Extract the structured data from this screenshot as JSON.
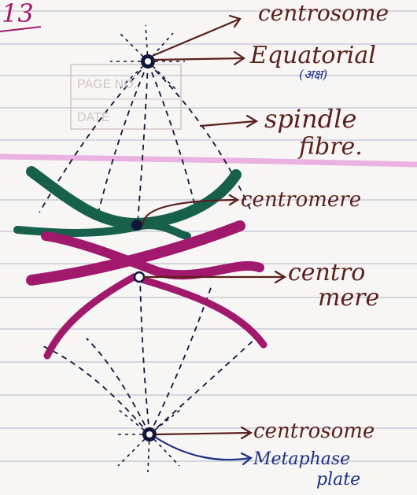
{
  "page": {
    "number": "13",
    "stamp_page_label": "PAGE NO.",
    "stamp_date_label": "DATE"
  },
  "labels": {
    "centrosome_top": "centrosome",
    "equatorial": "Equatorial",
    "equatorial_hindi": "(अक्ष)",
    "spindle_line1": "spindle",
    "spindle_line2": "fibre.",
    "centromere_green": "centromere",
    "centromere_pink_line1": "centro",
    "centromere_pink_line2": "mere",
    "centrosome_bottom": "centrosome",
    "metaphase_line1": "Metaphase",
    "metaphase_line2": "plate"
  },
  "colors": {
    "paper": "#f7f6f4",
    "rule": "#c9cbd6",
    "margin_pink": "#e7a6dd",
    "ink_brown": "#5a1f1c",
    "ink_blue": "#1d2f86",
    "ink_dark": "#10163a",
    "chromosome_green": "#17604c",
    "chromosome_magenta": "#a1196d",
    "stamp": "#d3c3c3"
  }
}
